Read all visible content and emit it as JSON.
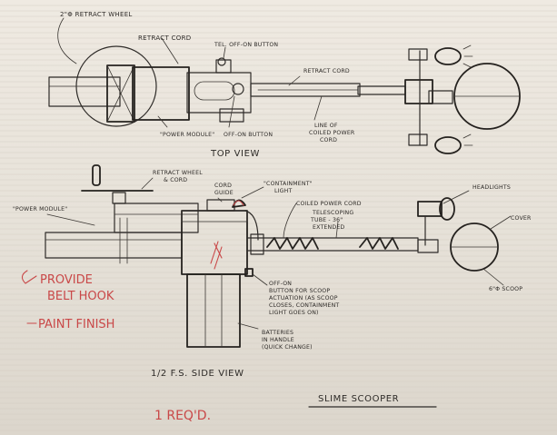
{
  "top_view": {
    "title": "TOP VIEW",
    "labels": {
      "retract_wheel": "2\"Φ RETRACT WHEEL",
      "retract_cord": "RETRACT CORD",
      "tel_button": "TEL. OFF-ON BUTTON",
      "retract_cord_right": "RETRACT CORD",
      "power_module": "\"POWER MODULE\"",
      "off_on_button": "OFF-ON BUTTON",
      "coiled_cord_1": "LINE OF",
      "coiled_cord_2": "COILED POWER",
      "coiled_cord_3": "CORD"
    }
  },
  "side_view": {
    "title": "1/2 F.S. SIDE VIEW",
    "labels": {
      "retract_wheel_1": "RETRACT WHEEL",
      "retract_wheel_2": "& CORD",
      "power_module": "\"POWER MODULE\"",
      "cord_guide_1": "CORD",
      "cord_guide_2": "GUIDE",
      "containment_1": "\"CONTAINMENT\"",
      "containment_2": "LIGHT",
      "coiled_power_cord": "COILED POWER CORD",
      "telescoping_1": "TELESCOPING",
      "telescoping_2": "TUBE - 36\"",
      "telescoping_3": "EXTENDED",
      "headlights": "HEADLIGHTS",
      "cover": "COVER",
      "scoop": "6\"Φ SCOOP",
      "offon_1": "OFF-ON",
      "offon_2": "BUTTON   FOR SCOOP",
      "offon_3": "ACTUATION (AS SCOOP",
      "offon_4": "CLOSES, CONTAINMENT",
      "offon_5": "LIGHT GOES ON)",
      "batteries_1": "BATTERIES",
      "batteries_2": "IN HANDLE",
      "batteries_3": "(QUICK CHANGE)"
    }
  },
  "annotations": {
    "provide_1": "PROVIDE",
    "provide_2": "BELT HOOK",
    "paint_finish": "PAINT FINISH",
    "reqd": "1 REQ'D."
  },
  "title_block": {
    "name": "SLIME SCOOPER"
  },
  "colors": {
    "ink": "#2e2b28",
    "red_pencil": "#c94848",
    "paper": "#ebe6de"
  }
}
